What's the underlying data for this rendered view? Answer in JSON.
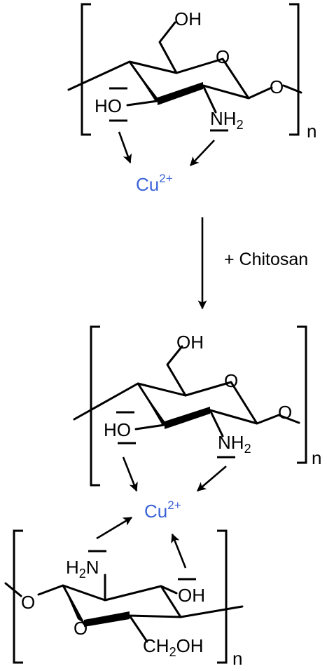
{
  "colors": {
    "ink": "#000000",
    "copper": "#3a63d8"
  },
  "top_unit": {
    "ch2oh": "OH",
    "ring_o": "O",
    "glyco_o": "O",
    "ho": "HO",
    "nh_main": "NH",
    "nh_sub": "2",
    "repeat": "n"
  },
  "copper_top": {
    "symbol": "Cu",
    "charge": "2+"
  },
  "reaction": {
    "reagent": "+ Chitosan"
  },
  "mid_unit": {
    "ch2oh": "OH",
    "ring_o": "O",
    "glyco_o": "O",
    "ho": "HO",
    "nh_main": "NH",
    "nh_sub": "2",
    "repeat": "n"
  },
  "copper_bottom": {
    "symbol": "Cu",
    "charge": "2+"
  },
  "bottom_unit": {
    "glyco_o": "O",
    "ring_o": "O",
    "h2n_h": "H",
    "h2n_sub": "2",
    "h2n_n": "N",
    "oh": "OH",
    "ch2_c": "CH",
    "ch2_sub": "2",
    "ch2_oh": "OH",
    "repeat": "n"
  }
}
